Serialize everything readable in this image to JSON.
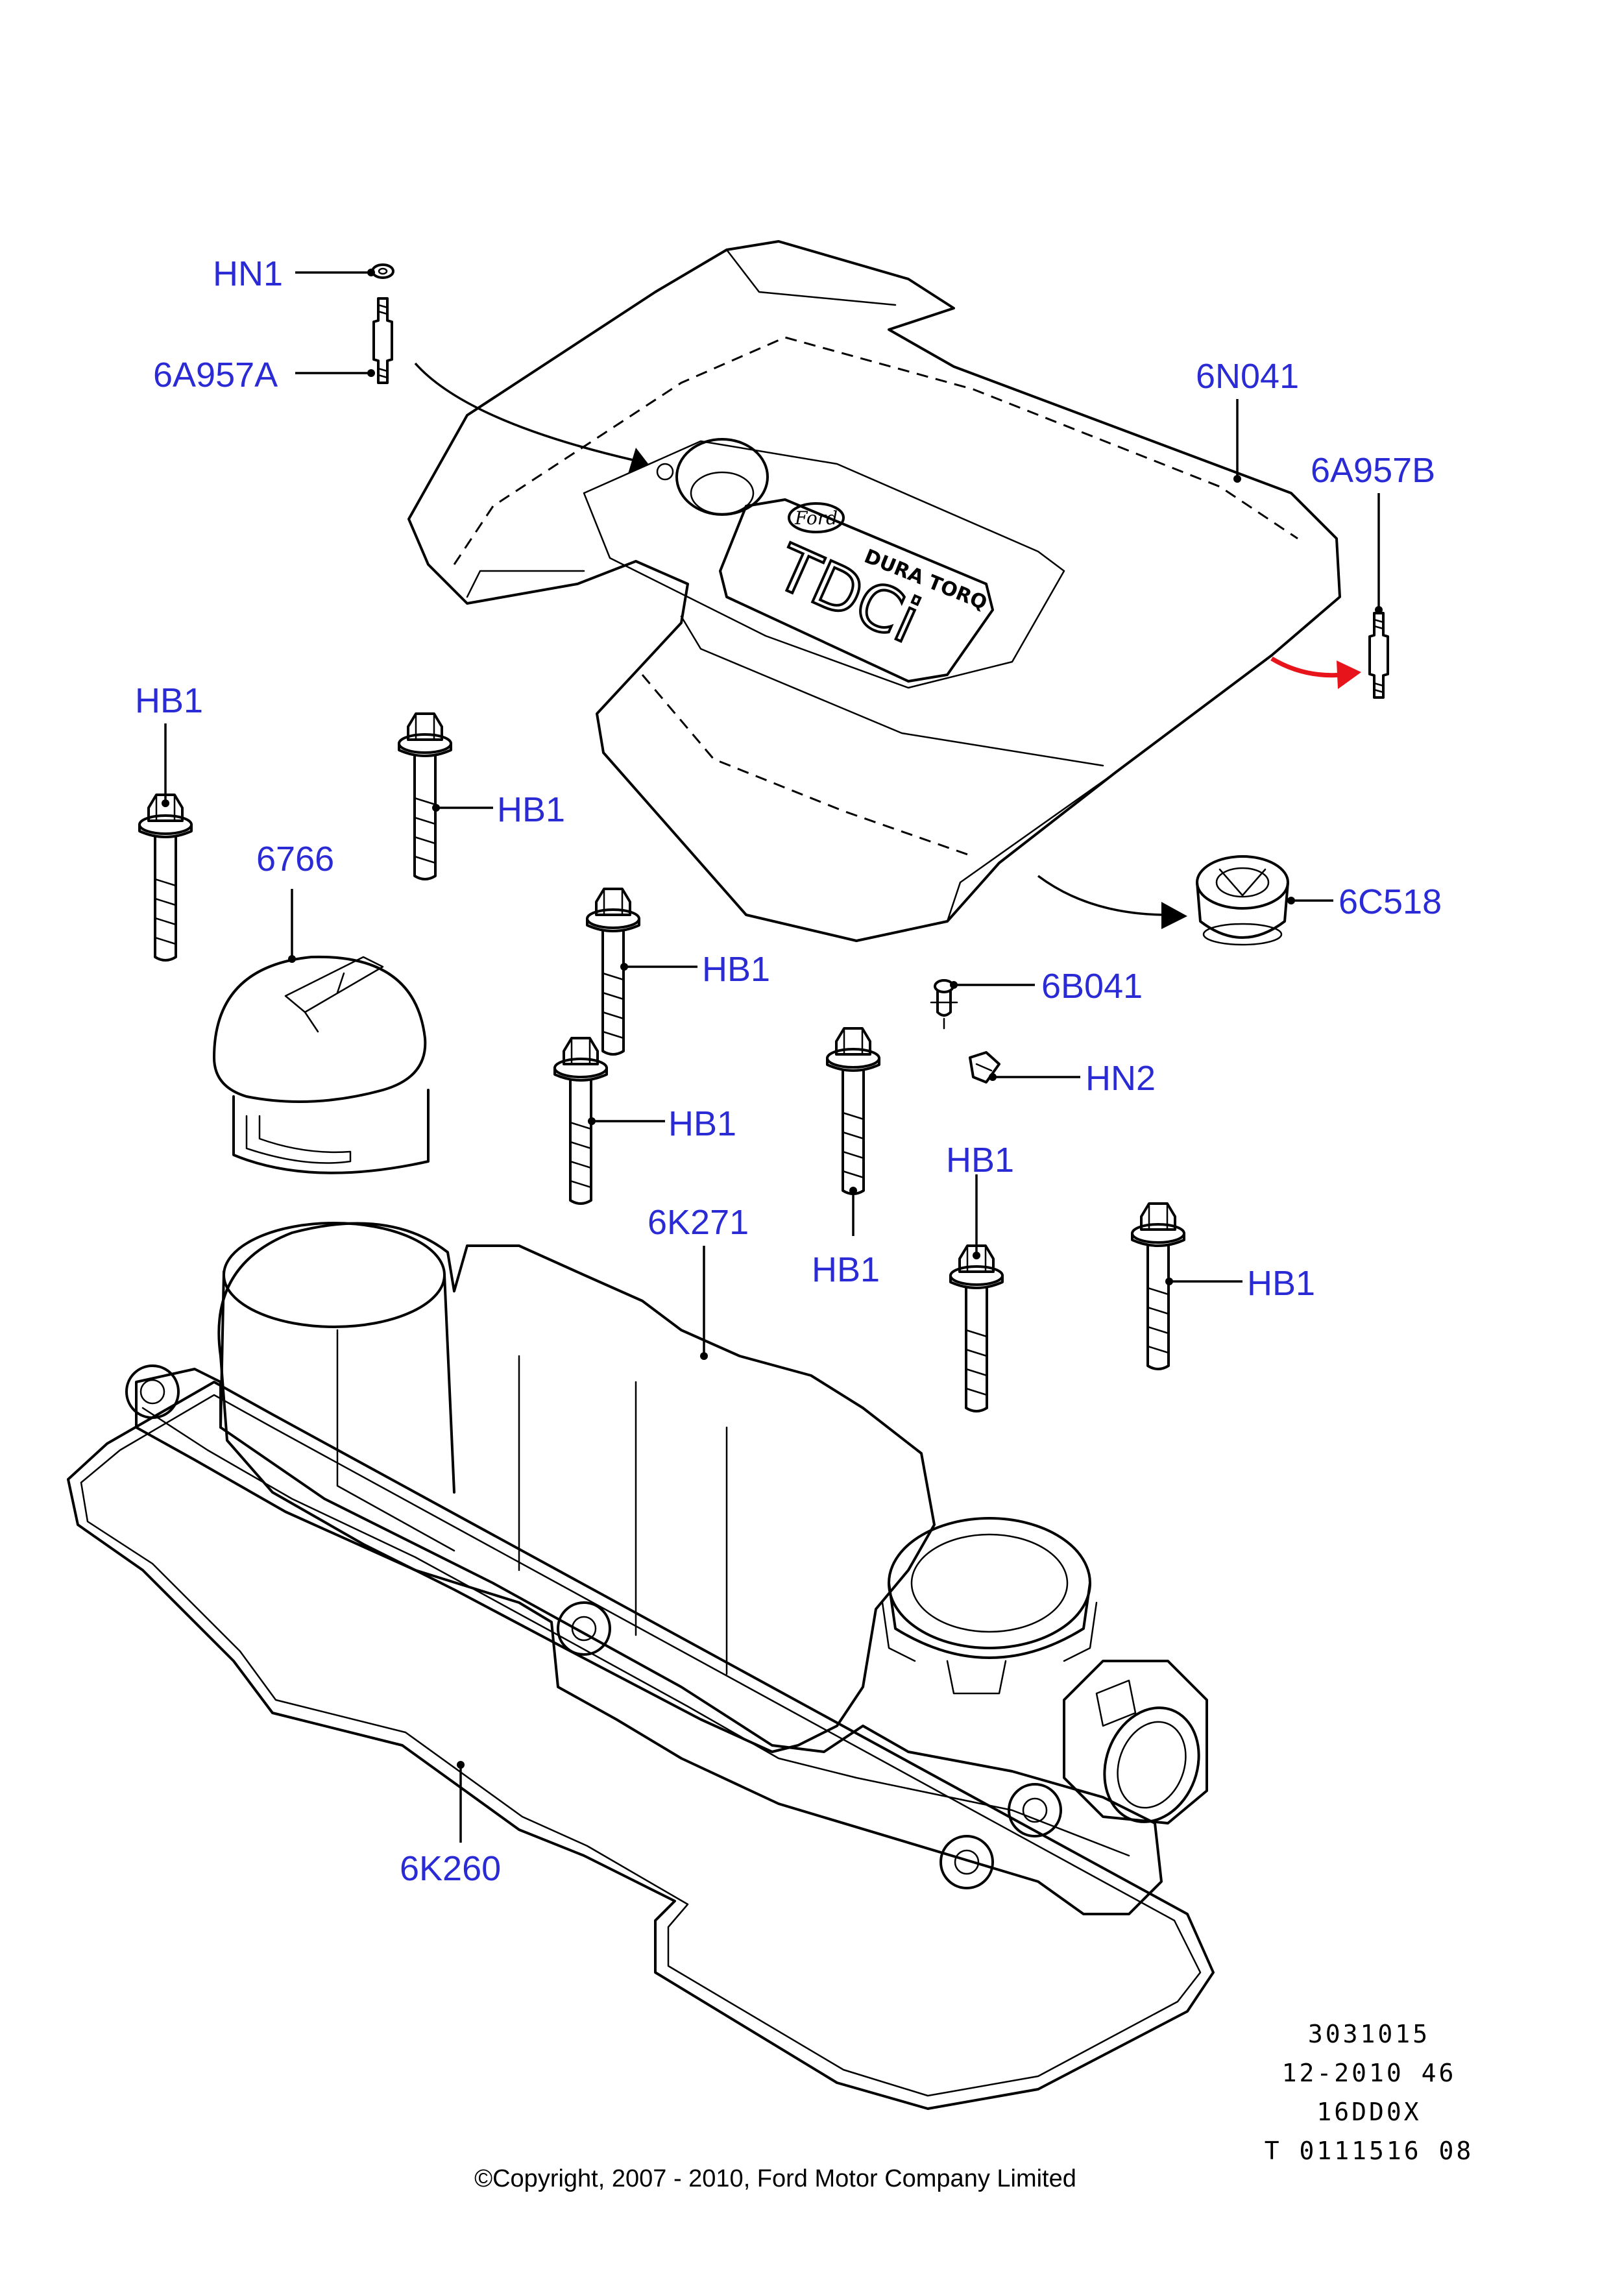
{
  "callouts": {
    "hn1": "HN1",
    "a6957a": "6A957A",
    "n6041": "6N041",
    "a6957b": "6A957B",
    "hb1_a": "HB1",
    "hb1_b": "HB1",
    "p6766": "6766",
    "hb1_c": "HB1",
    "c6518": "6C518",
    "b6041": "6B041",
    "hn2": "HN2",
    "hb1_d": "HB1",
    "hb1_e": "HB1",
    "k6271": "6K271",
    "hb1_f": "HB1",
    "hb1_g": "HB1",
    "k6260": "6K260"
  },
  "cover_logo": {
    "brand": "Ford",
    "line1": "DURA TORQ",
    "line2": "TDCi"
  },
  "reference": {
    "line1": "3031015",
    "line2": "12-2010 46",
    "line3": "16DD0X",
    "line4": "T 0111516 08"
  },
  "copyright": "©Copyright, 2007 - 2010, Ford Motor Company Limited",
  "colors": {
    "callout_text": "#2b2bd6",
    "arrow_highlight": "#e8141b",
    "line": "#000000",
    "background": "#ffffff"
  }
}
